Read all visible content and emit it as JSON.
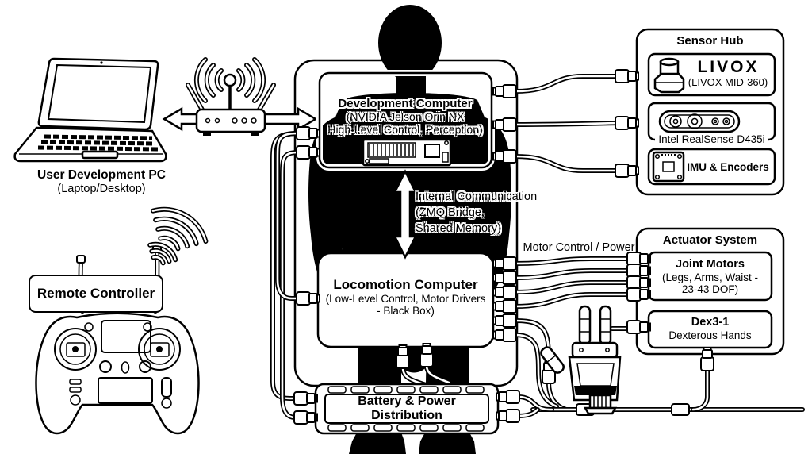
{
  "colors": {
    "ink": "#000000",
    "paper": "#ffffff"
  },
  "robot": {
    "dev_computer": {
      "title": "Development Computer",
      "sub1": "(NVIDIA Jelson Orin NX",
      "sub2": "High-Level Control, Perception)"
    },
    "internal_comm": {
      "line1": "Internal Communication",
      "line2": "(ZMQ Bridge,",
      "line3": "Shared Memory)"
    },
    "locomotion": {
      "title": "Locomotion Computer",
      "sub1": "(Low-Level Control, Motor Drivers",
      "sub2": "- Black Box)"
    },
    "battery": {
      "label": "Battery & Power Distribution"
    }
  },
  "sensor_hub": {
    "title": "Sensor Hub",
    "livox_logo": "LIVOX",
    "livox_model": "(LIVOX MID-360)",
    "realsense_label": "Intel RealSense D435i",
    "imu_label": "IMU & Encoders"
  },
  "actuator_system": {
    "title": "Actuator System",
    "joint_motors": {
      "title": "Joint Motors",
      "sub1": "(Legs, Arms, Waist -",
      "sub2": "23-43 DOF)"
    },
    "dex_hands": {
      "title": "Dex3-1",
      "sub": "Dexterous Hands"
    }
  },
  "labels": {
    "motor_control": "Motor Control / Power",
    "user_pc_title": "User Development PC",
    "user_pc_sub": "(Laptop/Desktop)",
    "remote_controller": "Remote Controller"
  }
}
